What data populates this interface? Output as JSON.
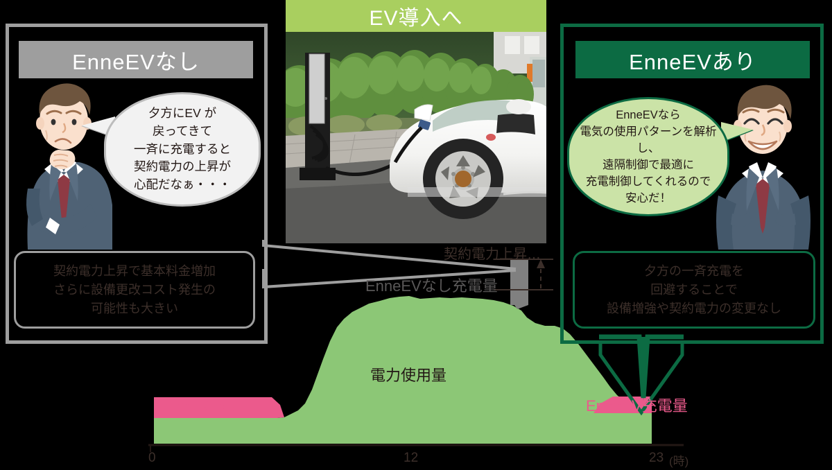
{
  "center": {
    "header": "EV導入へ",
    "photo_alt": "ev-charging-station-photo"
  },
  "left_panel": {
    "header": "EnneEVなし",
    "bubble_lines": [
      "夕方にEV が",
      "戻ってきて",
      "一斉に充電すると",
      "契約電力の上昇が",
      "心配だなぁ・・・"
    ],
    "info_lines": [
      "契約電力上昇で基本料金増加",
      "さらに設備更改コスト発生の",
      "可能性も大きい"
    ],
    "character": "worried-businessman"
  },
  "right_panel": {
    "header": "EnneEVあり",
    "bubble_lines": [
      "EnneEVなら",
      "電気の使用パターンを解析し、",
      "遠隔制御で最適に",
      "充電制御してくれるので",
      "安心だ！"
    ],
    "info_lines": [
      "夕方の一斉充電を",
      "回避することで",
      "設備増強や契約電力の変更なし"
    ],
    "character": "smiling-businessman"
  },
  "chart_annotations": {
    "contract_rise": "契約電力上昇…",
    "no_ennev_charge": "EnneEVなし充電量",
    "power_usage": "電力使用量",
    "ennev_charge_left": "EnneEV充電量",
    "ennev_charge_right": "EnneEV充電量"
  },
  "colors": {
    "gray_accent": "#9e9e9e",
    "green_accent": "#0c6b43",
    "light_green_header": "#a9cf5f",
    "area_green": "#8cc濁",
    "area_green_hex": "#8cc776",
    "pink": "#eb5a8c",
    "spike_gray": "#808080",
    "bubble_green": "#cbe3a7"
  },
  "chart_data": {
    "type": "area",
    "title": "電力使用量",
    "xlabel": "(時)",
    "ylabel": "",
    "xticks": [
      "0",
      "12",
      "23"
    ],
    "xtick_positions": [
      0,
      12,
      23
    ],
    "xunit": "(時)",
    "xlim": [
      0,
      23
    ],
    "ylim": [
      0,
      100
    ],
    "grid": false,
    "legend": [
      "電力使用量",
      "EnneEV充電量",
      "EnneEVなし充電量",
      "契約電力上昇…"
    ],
    "series": [
      {
        "name": "電力使用量",
        "color": "#8cc776",
        "values": [
          18,
          18,
          18,
          17.5,
          17.5,
          17,
          17,
          20,
          30,
          46,
          58,
          62,
          66,
          66,
          64,
          66,
          67,
          65,
          62,
          47,
          36,
          30,
          27,
          26
        ]
      },
      {
        "name": "EnneEV充電量",
        "color": "#eb5a8c",
        "values": [
          9,
          9,
          9,
          9,
          9,
          8.5,
          0,
          0,
          0,
          0,
          0,
          0,
          0,
          0,
          0,
          0,
          0,
          0,
          0,
          0,
          9,
          9,
          9,
          0
        ]
      },
      {
        "name": "EnneEVなし充電量",
        "color": "#808080",
        "values": [
          0,
          0,
          0,
          0,
          0,
          0,
          0,
          0,
          0,
          0,
          0,
          0,
          0,
          0,
          0,
          0,
          0,
          0,
          71,
          0,
          0,
          0,
          0,
          0
        ],
        "spike_hour": 18,
        "spike_top": 88,
        "spike_base": 36
      }
    ],
    "markers": {
      "contract_level_new": 88,
      "contract_level_old": 72,
      "rise_arrow": "upward"
    }
  }
}
